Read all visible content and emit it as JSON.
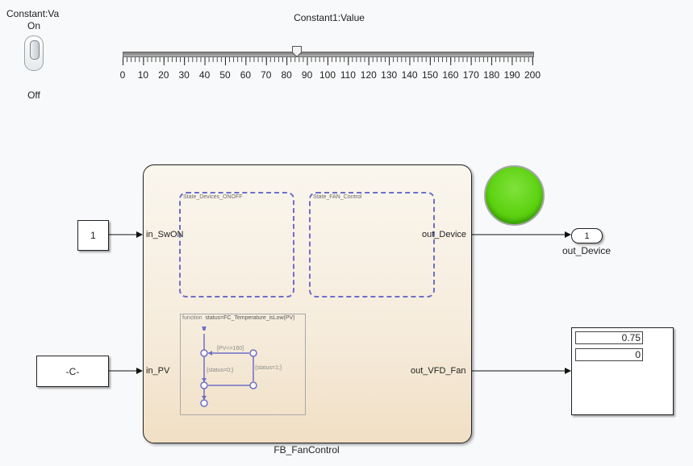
{
  "toggle": {
    "label": "Constant:Va",
    "on_label": "On",
    "off_label": "Off",
    "state": "Off"
  },
  "slider": {
    "label": "Constant1:Value",
    "min": 0,
    "max": 200,
    "value": 85,
    "tick_labels": [
      "0",
      "10",
      "20",
      "30",
      "40",
      "50",
      "60",
      "70",
      "80",
      "90",
      "100",
      "110",
      "120",
      "130",
      "140",
      "150",
      "160",
      "170",
      "180",
      "190",
      "200"
    ]
  },
  "blocks": {
    "constant_one": "1",
    "constant_c": "-C-",
    "outport_number": "1",
    "outport_name": "out_Device"
  },
  "chart": {
    "name": "FB_FanControl",
    "inputs": [
      "in_SwON",
      "in_PV"
    ],
    "outputs": [
      "out_Device",
      "out_VFD_Fan"
    ],
    "states": [
      "State_Devices_ONOFF",
      "State_FAN_Control"
    ],
    "function": {
      "keyword": "function",
      "signature": "status=FC_Temperature_isLow(PV)",
      "condition": "[PV<=160]",
      "action_false": "{status=0;}",
      "action_true": "{status=1;}"
    }
  },
  "lamp": {
    "color": "#5bd10f"
  },
  "display": {
    "values": [
      "0.75",
      "0"
    ]
  },
  "colors": {
    "state_border": "#6e6ec8",
    "chart_fill": "#f6ecdc",
    "lamp_green": "#5bd10f"
  }
}
